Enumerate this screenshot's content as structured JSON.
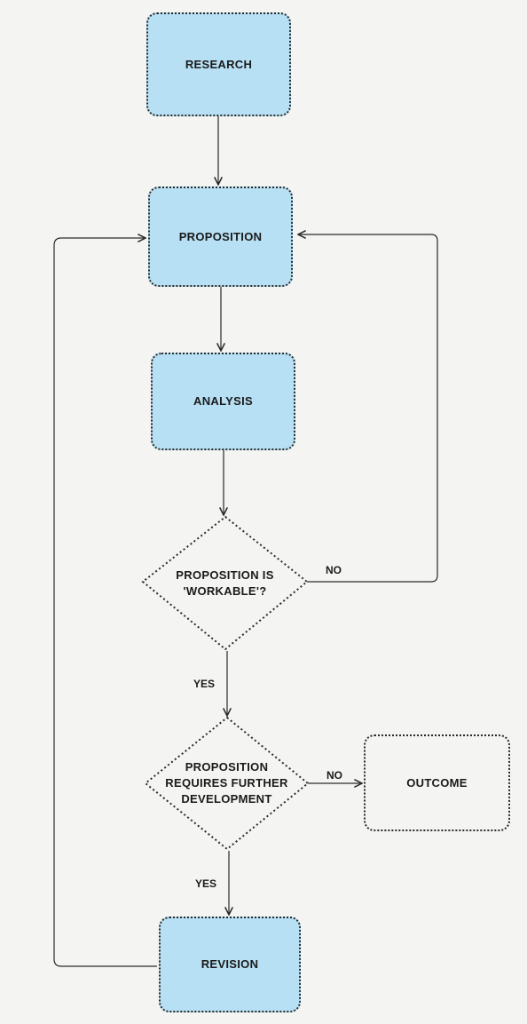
{
  "nodes": {
    "research": "RESEARCH",
    "proposition": "PROPOSITION",
    "analysis": "ANALYSIS",
    "decision_workable": "PROPOSITION IS\n'WORKABLE'?",
    "decision_further": "PROPOSITION\nREQUIRES FURTHER\nDEVELOPMENT",
    "outcome": "OUTCOME",
    "revision": "REVISION"
  },
  "edge_labels": {
    "workable_no": "NO",
    "workable_yes": "YES",
    "further_no": "NO",
    "further_yes": "YES"
  },
  "colors": {
    "box_fill": "#b7e0f4",
    "line": "#2a2a2a"
  }
}
